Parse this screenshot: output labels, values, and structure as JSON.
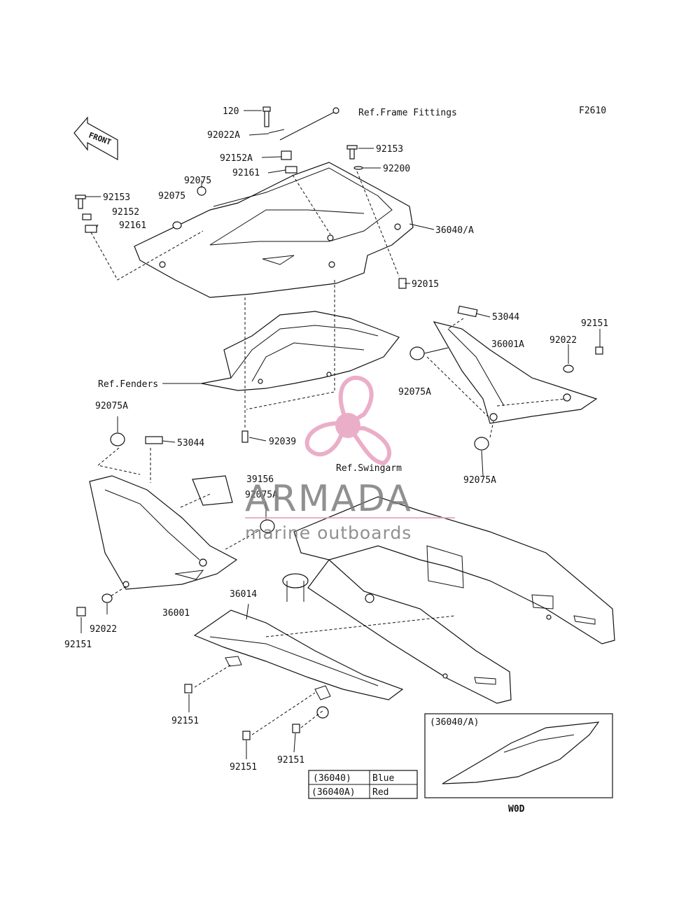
{
  "diagram": {
    "figure_code": "F2610",
    "front_badge": "FRONT",
    "refs": {
      "frame_fittings": "Ref.Frame Fittings",
      "fenders": "Ref.Fenders",
      "swingarm": "Ref.Swingarm"
    },
    "part_labels": [
      "120",
      "92022A",
      "92152A",
      "92161",
      "92153",
      "92200",
      "92075",
      "92075",
      "92153",
      "92152",
      "92161",
      "36040/A",
      "92015",
      "53044",
      "92151",
      "36001A",
      "92022",
      "92075A",
      "92039",
      "92075A",
      "53044",
      "39156",
      "92075A",
      "92075A",
      "36014",
      "36001",
      "92022",
      "92151",
      "92151",
      "92151",
      "92151"
    ],
    "color_table": {
      "rows": [
        {
          "code": "(36040)",
          "color": "Blue"
        },
        {
          "code": "(36040A)",
          "color": "Red"
        }
      ]
    },
    "inset": {
      "title": "(36040/A)",
      "caption": "W0D"
    }
  },
  "watermark": {
    "brand": "ARMADA",
    "tagline": "marine outboards",
    "logo_color": "#e8a0c0"
  }
}
